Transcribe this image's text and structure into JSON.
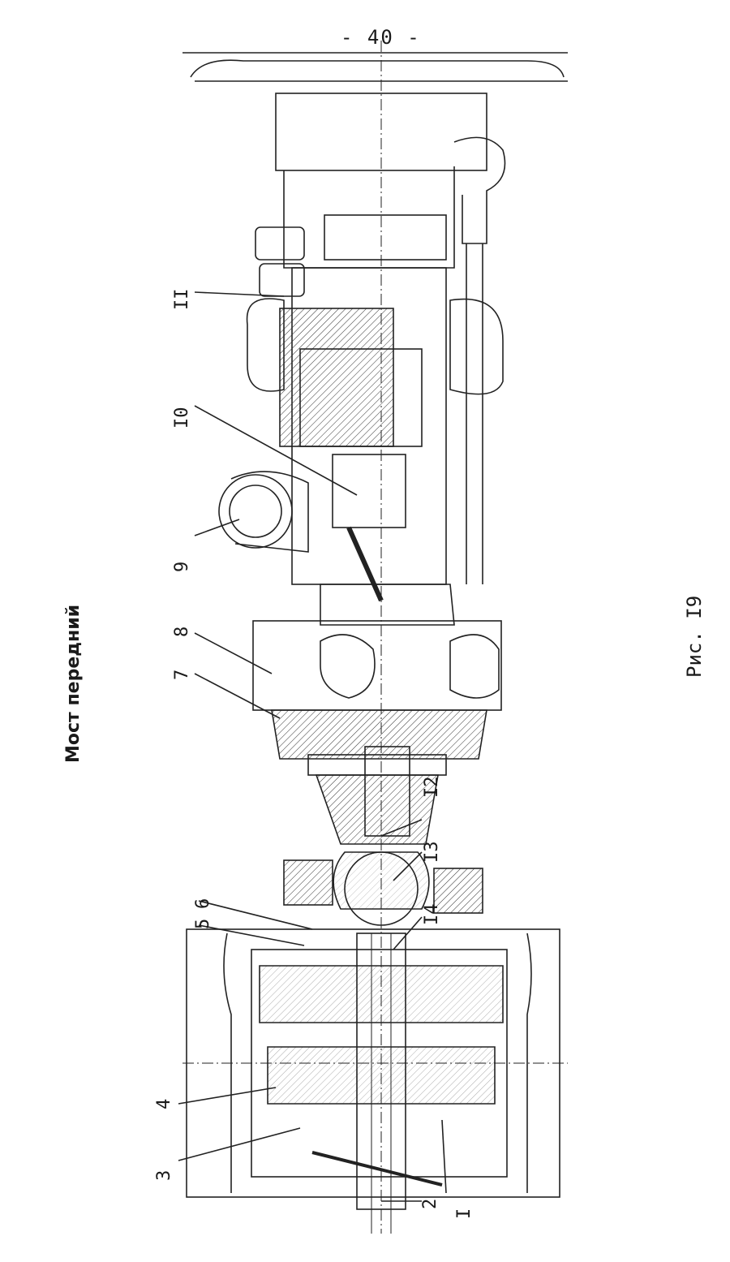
{
  "page": {
    "number": "- 40 -"
  },
  "title": "Мост передний",
  "figure": "Рис. I9",
  "callouts": {
    "c1": "I",
    "c2": "2",
    "c3": "3",
    "c4": "4",
    "c5": "5",
    "c6": "6",
    "c7": "7",
    "c8": "8",
    "c9": "9",
    "c10": "I0",
    "c11": "II",
    "c12": "I2",
    "c13": "I3",
    "c14": "I4"
  }
}
